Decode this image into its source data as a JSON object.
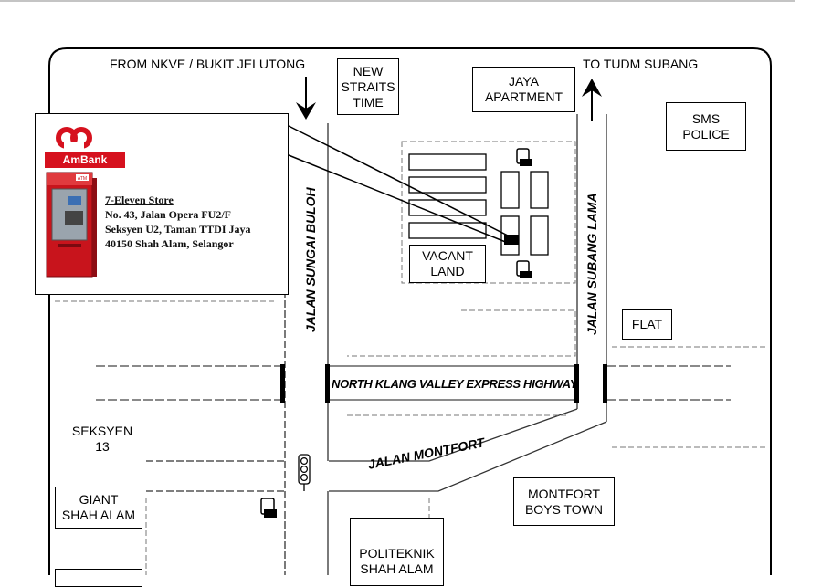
{
  "map": {
    "direction_from": "FROM NKVE / BUKIT JELUTONG",
    "direction_to": "TO TUDM SUBANG",
    "roads": {
      "sungai_buloh": "JALAN SUNGAI BULOH",
      "subang_lama": "JALAN SUBANG LAMA",
      "nkve": "NORTH KLANG VALLEY EXPRESS HIGHWAY",
      "montfort": "JALAN  MONTFORT"
    },
    "landmarks": {
      "new_straits_time": "NEW\nSTRAITS\nTIME",
      "jaya_apartment": "JAYA\nAPARTMENT",
      "sms_police": "SMS\nPOLICE",
      "vacant_land": "VACANT\nLAND",
      "flat": "FLAT",
      "montfort_boys_town": "MONTFORT\nBOYS TOWN",
      "giant_shah_alam": "GIANT\nSHAH ALAM",
      "politeknik": "POLITEKNIK\nSHAH ALAM",
      "seksyen_13": "SEKSYEN\n13"
    },
    "icons": [
      "petrol-pump-icon",
      "traffic-light-icon",
      "atm-machine-icon",
      "ambank-logo-icon",
      "down-arrow-icon",
      "up-arrow-icon"
    ]
  },
  "callout": {
    "brand": "AmBank",
    "atm_label": "ATM",
    "store_name": "7-Eleven Store",
    "address_line1": "No. 43, Jalan Opera FU2/F",
    "address_line2": "Seksyen U2, Taman TTDI Jaya",
    "address_line3": "40150 Shah Alam, Selangor"
  },
  "colors": {
    "brand_red": "#d6111e",
    "line": "#000000",
    "road_edge": "#555555"
  }
}
